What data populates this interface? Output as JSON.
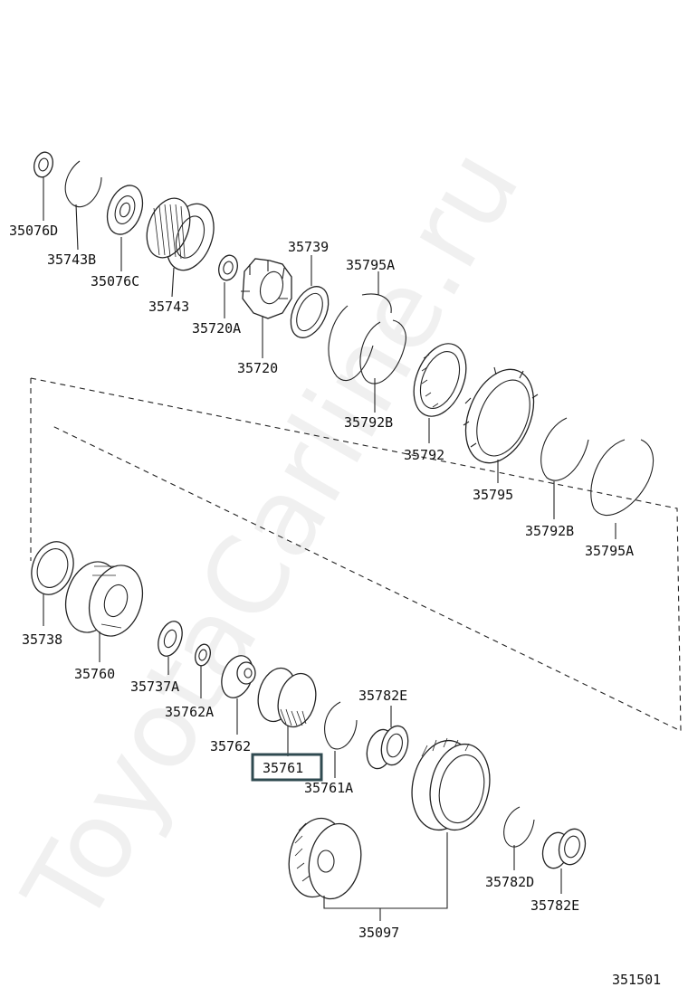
{
  "watermark": "ToyotaCarline.ru",
  "diagram_code": "351501",
  "highlight_color": "#2f4a50",
  "labels": {
    "p35076D": "35076D",
    "p35743B": "35743B",
    "p35076C": "35076C",
    "p35743": "35743",
    "p35720A": "35720A",
    "p35720": "35720",
    "p35739": "35739",
    "p35795A_top": "35795A",
    "p35792B_top": "35792B",
    "p35792": "35792",
    "p35795": "35795",
    "p35792B_right": "35792B",
    "p35795A_right": "35795A",
    "p35738": "35738",
    "p35760": "35760",
    "p35737A": "35737A",
    "p35762A": "35762A",
    "p35762": "35762",
    "p35761": "35761",
    "p35782E_top": "35782E",
    "p35761A": "35761A",
    "p35782D": "35782D",
    "p35782E_bottom": "35782E",
    "p35097": "35097"
  }
}
